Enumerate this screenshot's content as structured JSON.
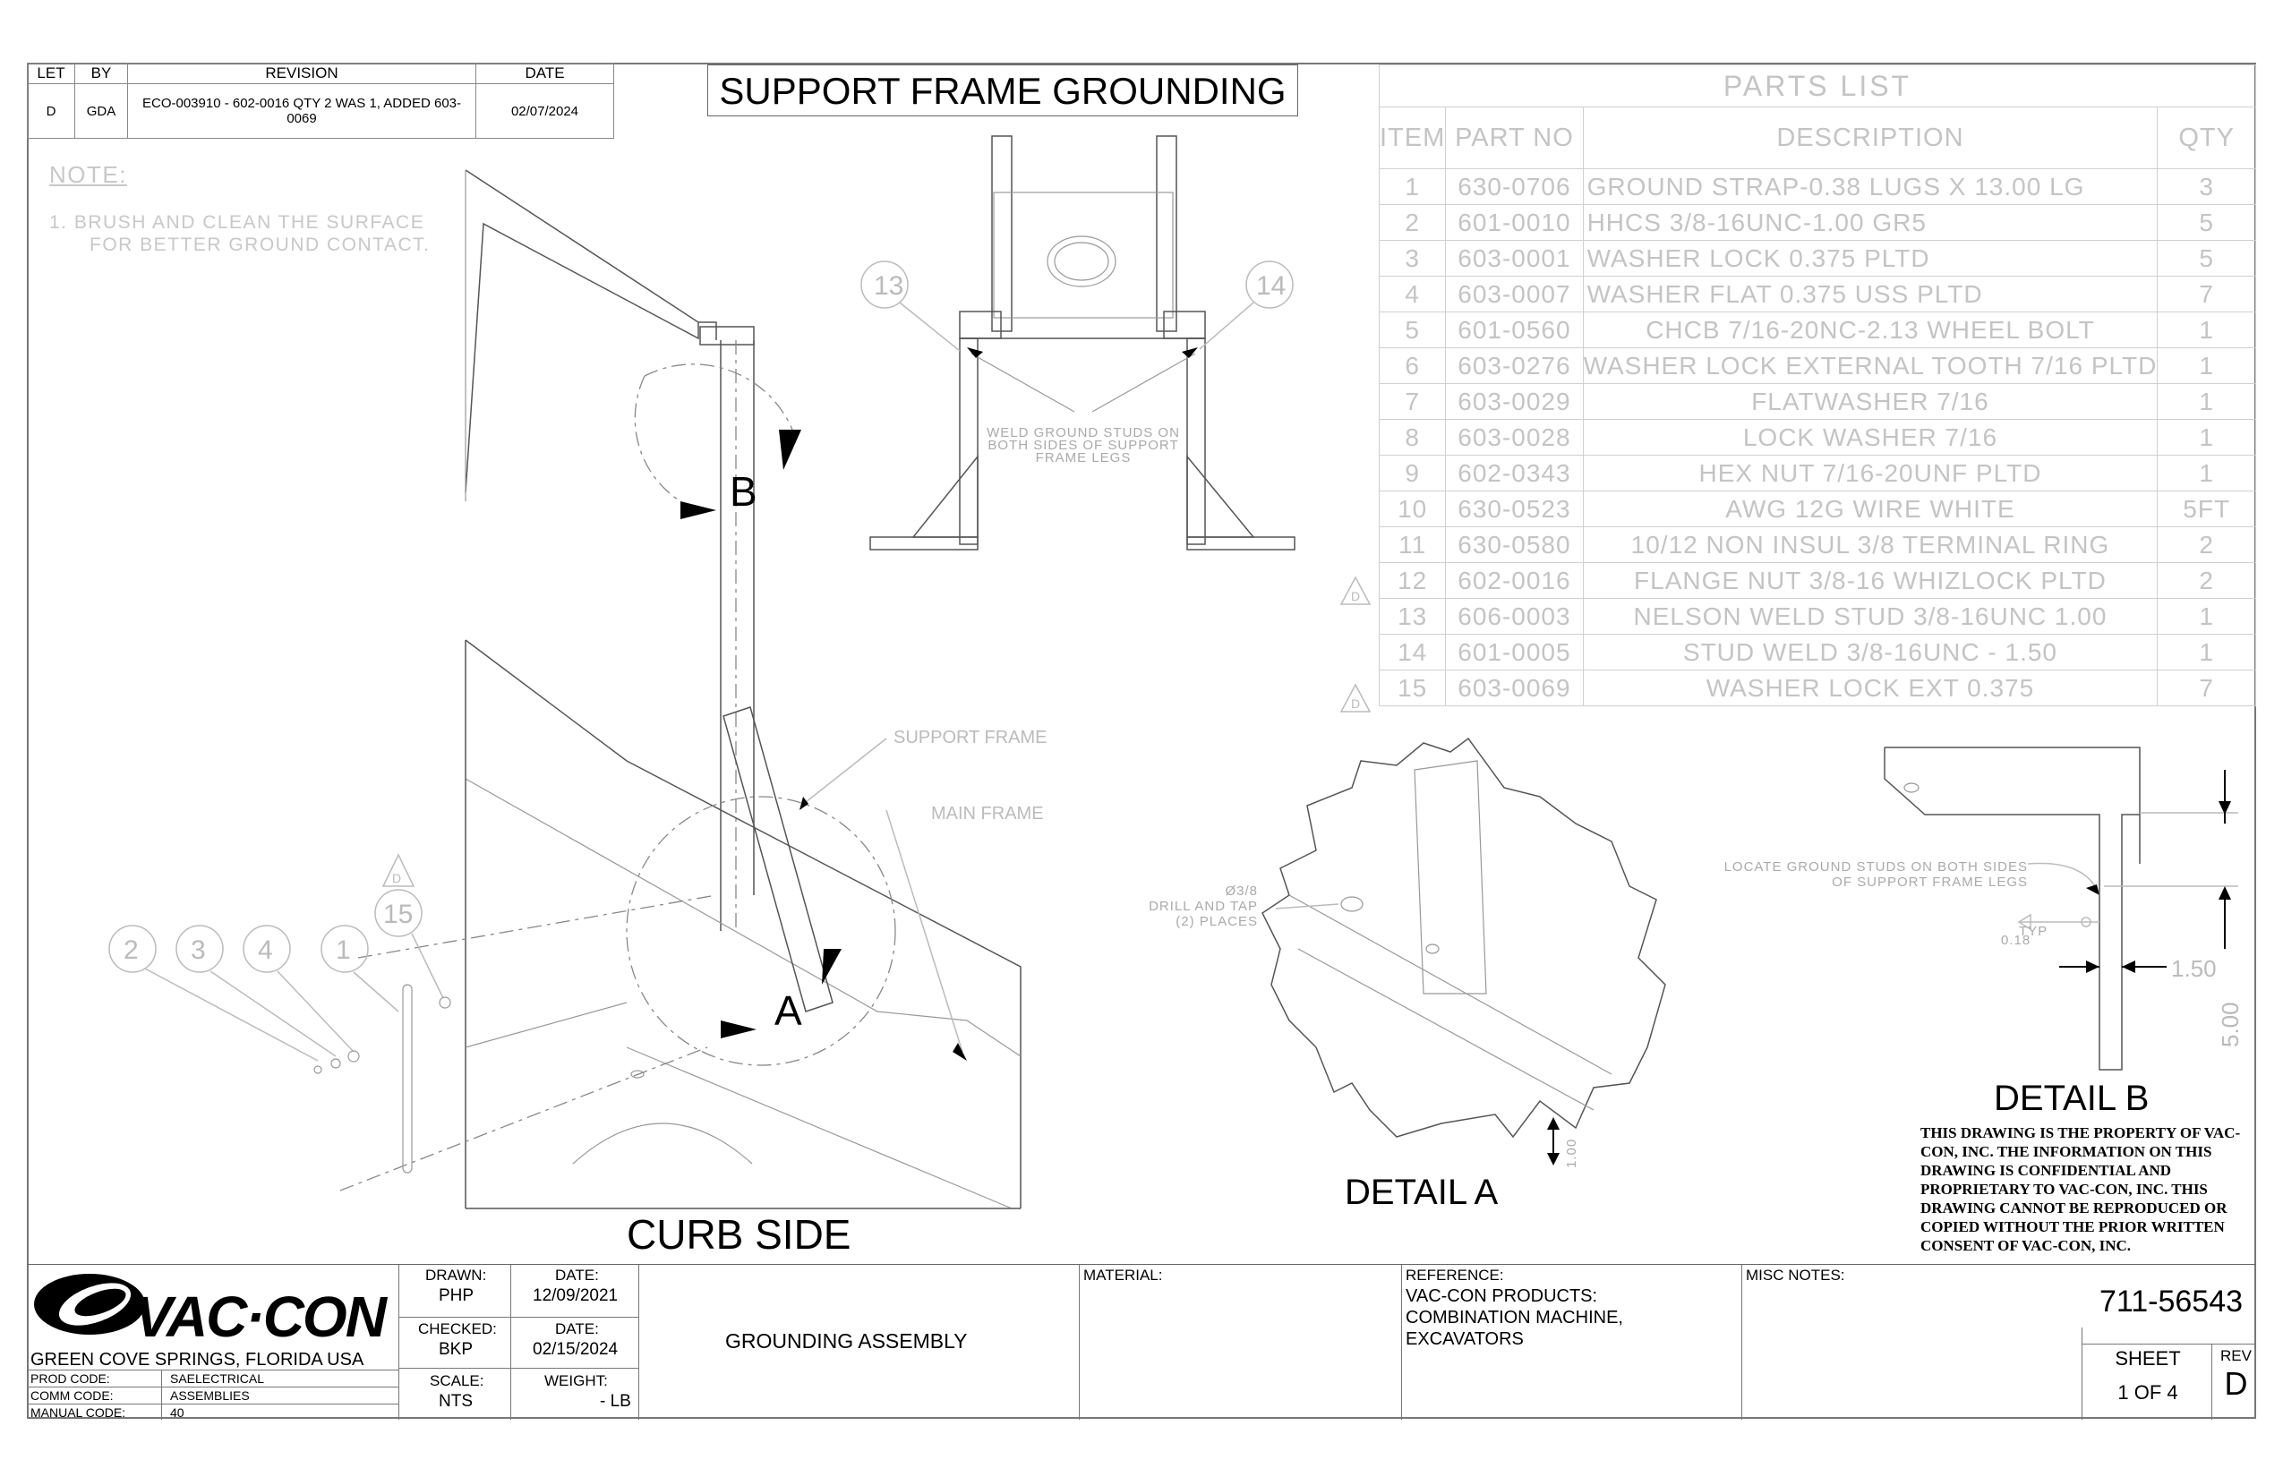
{
  "revision_table": {
    "headers": [
      "LET",
      "BY",
      "REVISION",
      "DATE"
    ],
    "rows": [
      {
        "let": "D",
        "by": "GDA",
        "revision": "ECO-003910 - 602-0016 QTY 2 WAS 1, ADDED 603-0069",
        "date": "02/07/2024"
      }
    ]
  },
  "drawing_title": "SUPPORT FRAME GROUNDING",
  "note": {
    "heading": "NOTE:",
    "items": [
      "1.  BRUSH AND CLEAN THE SURFACE",
      "FOR BETTER GROUND CONTACT."
    ]
  },
  "parts_list": {
    "title": "PARTS LIST",
    "headers": [
      "ITEM",
      "PART NO",
      "DESCRIPTION",
      "QTY"
    ],
    "rows": [
      {
        "item": "1",
        "part": "630-0706",
        "desc": "GROUND STRAP-0.38 LUGS X 13.00 LG",
        "qty": "3",
        "rev_flag": ""
      },
      {
        "item": "2",
        "part": "601-0010",
        "desc": "HHCS 3/8-16UNC-1.00 GR5",
        "qty": "5",
        "rev_flag": ""
      },
      {
        "item": "3",
        "part": "603-0001",
        "desc": "WASHER LOCK 0.375 PLTD",
        "qty": "5",
        "rev_flag": ""
      },
      {
        "item": "4",
        "part": "603-0007",
        "desc": "WASHER FLAT 0.375 USS PLTD",
        "qty": "7",
        "rev_flag": ""
      },
      {
        "item": "5",
        "part": "601-0560",
        "desc": "CHCB 7/16-20NC-2.13 WHEEL BOLT",
        "qty": "1",
        "rev_flag": ""
      },
      {
        "item": "6",
        "part": "603-0276",
        "desc": "WASHER LOCK EXTERNAL TOOTH 7/16 PLTD",
        "qty": "1",
        "rev_flag": ""
      },
      {
        "item": "7",
        "part": "603-0029",
        "desc": "FLATWASHER 7/16",
        "qty": "1",
        "rev_flag": ""
      },
      {
        "item": "8",
        "part": "603-0028",
        "desc": "LOCK WASHER 7/16",
        "qty": "1",
        "rev_flag": ""
      },
      {
        "item": "9",
        "part": "602-0343",
        "desc": "HEX NUT 7/16-20UNF PLTD",
        "qty": "1",
        "rev_flag": ""
      },
      {
        "item": "10",
        "part": "630-0523",
        "desc": "AWG 12G WIRE WHITE",
        "qty": "5FT",
        "rev_flag": ""
      },
      {
        "item": "11",
        "part": "630-0580",
        "desc": "10/12 NON INSUL 3/8 TERMINAL RING",
        "qty": "2",
        "rev_flag": ""
      },
      {
        "item": "12",
        "part": "602-0016",
        "desc": "FLANGE NUT 3/8-16 WHIZLOCK PLTD",
        "qty": "2",
        "rev_flag": "D"
      },
      {
        "item": "13",
        "part": "606-0003",
        "desc": "NELSON WELD STUD 3/8-16UNC 1.00",
        "qty": "1",
        "rev_flag": ""
      },
      {
        "item": "14",
        "part": "601-0005",
        "desc": "STUD WELD 3/8-16UNC - 1.50",
        "qty": "1",
        "rev_flag": ""
      },
      {
        "item": "15",
        "part": "603-0069",
        "desc": "WASHER LOCK EXT 0.375",
        "qty": "7",
        "rev_flag": "D"
      }
    ]
  },
  "views": {
    "front_callouts": [
      "13",
      "14"
    ],
    "front_note": [
      "WELD GROUND STUDS ON",
      "BOTH SIDES OF SUPPORT",
      "FRAME LEGS"
    ],
    "iso_callouts": [
      "2",
      "3",
      "4",
      "1",
      "15"
    ],
    "iso_rev_flag": "D",
    "detail_markers": [
      "B",
      "A"
    ],
    "support_frame_label": "SUPPORT FRAME",
    "main_frame_label": "MAIN FRAME",
    "curb_side_label": "CURB SIDE",
    "detail_a_label": "DETAIL  A",
    "detail_a_note": [
      "Ø3/8",
      "DRILL AND TAP",
      "(2) PLACES"
    ],
    "detail_a_dim": "1.00",
    "detail_b_label": "DETAIL  B",
    "detail_b_note": [
      "LOCATE GROUND STUDS ON BOTH SIDES",
      "OF SUPPORT FRAME LEGS"
    ],
    "detail_b_weld": [
      "TYP",
      "0.18"
    ],
    "detail_b_dims": [
      "1.50",
      "5.00"
    ]
  },
  "legal_notice": "THIS DRAWING IS THE PROPERTY OF VAC-CON, INC.  THE INFORMATION ON THIS DRAWING IS CONFIDENTIAL AND PROPRIETARY TO VAC-CON, INC.  THIS DRAWING CANNOT BE REPRODUCED OR COPIED WITHOUT THE PRIOR WRITTEN CONSENT OF VAC-CON, INC.",
  "title_block": {
    "logo_text": "VAC·CON",
    "location": "GREEN COVE SPRINGS, FLORIDA USA",
    "prod_code_label": "PROD CODE:",
    "prod_code": "SAELECTRICAL",
    "comm_code_label": "COMM CODE:",
    "comm_code": "ASSEMBLIES",
    "manual_code_label": "MANUAL CODE:",
    "manual_code": "40",
    "drawn_label": "DRAWN:",
    "drawn_by": "PHP",
    "drawn_date_label": "DATE:",
    "drawn_date": "12/09/2021",
    "checked_label": "CHECKED:",
    "checked_by": "BKP",
    "checked_date_label": "DATE:",
    "checked_date": "02/15/2024",
    "scale_label": "SCALE:",
    "scale": "NTS",
    "weight_label": "WEIGHT:",
    "weight": "- LB",
    "assembly_name": "GROUNDING ASSEMBLY",
    "material_label": "MATERIAL:",
    "reference_label": "REFERENCE:",
    "reference_lines": [
      "VAC-CON PRODUCTS:",
      "COMBINATION MACHINE,",
      "EXCAVATORS"
    ],
    "misc_notes_label": "MISC NOTES:",
    "drawing_number": "711-56543",
    "sheet_label": "SHEET",
    "sheet": "1 OF 4",
    "rev_label": "REV",
    "rev": "D"
  }
}
